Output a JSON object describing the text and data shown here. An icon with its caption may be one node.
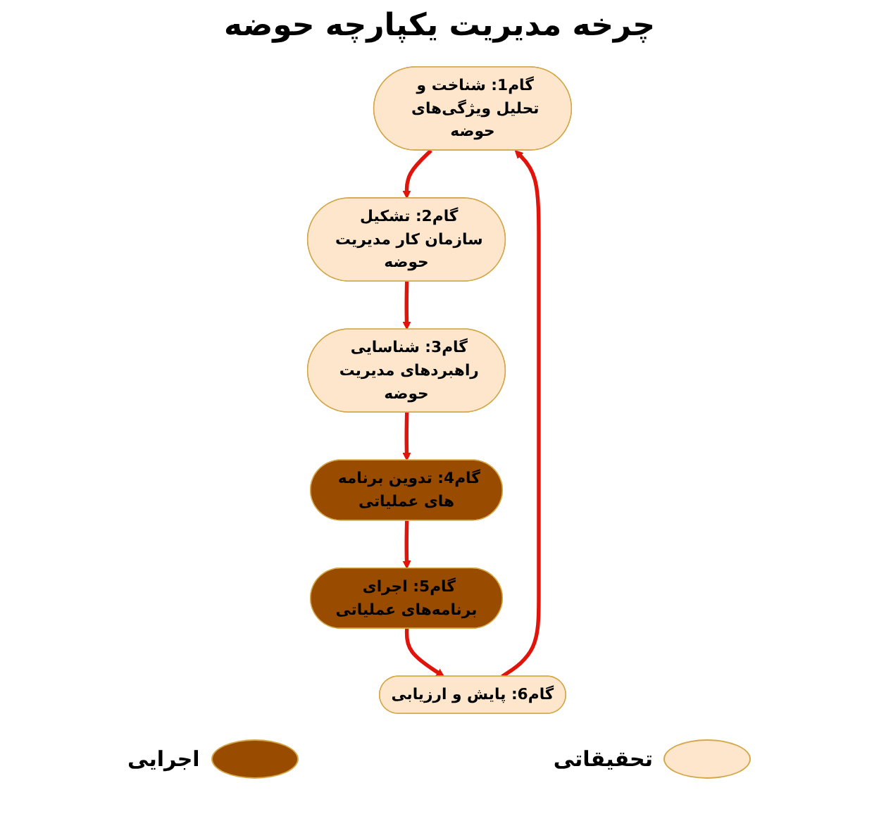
{
  "diagram": {
    "title": "چرخه مدیریت یکپارچه حوضه",
    "nodes": [
      {
        "text": [
          "گام1: شناخت و تحلیل ویژگی‌های حوضه"
        ]
      },
      {
        "text": [
          "گام2: تشکیل سازمان کار مدیریت حوضه"
        ]
      },
      {
        "text": [
          "گام3: شناسایی راهبردهای مدیریت حوضه"
        ]
      },
      {
        "text": [
          "گام4: تدوین برنامه های عملیاتی"
        ]
      },
      {
        "text": [
          "گام5: اجرای برنامه‌های عملیاتی"
        ]
      },
      {
        "text": [
          "گام6: پایش و ارزیابی"
        ]
      }
    ],
    "edges": [
      {
        "from": 5,
        "to": 0,
        "arrow": "to"
      },
      {
        "from": 0,
        "to": 1,
        "arrow": "to"
      },
      {
        "from": 1,
        "to": 2,
        "arrow": "to"
      },
      {
        "from": 2,
        "to": 3,
        "arrow": "to"
      },
      {
        "from": 3,
        "to": 4,
        "arrow": "to"
      },
      {
        "from": 4,
        "to": 5,
        "arrow": "to"
      }
    ],
    "legend": [
      {
        "text": "تحقیقاتی",
        "color": "#fde6cc"
      },
      {
        "text": "اجرایی",
        "color": "#994c00"
      }
    ]
  }
}
